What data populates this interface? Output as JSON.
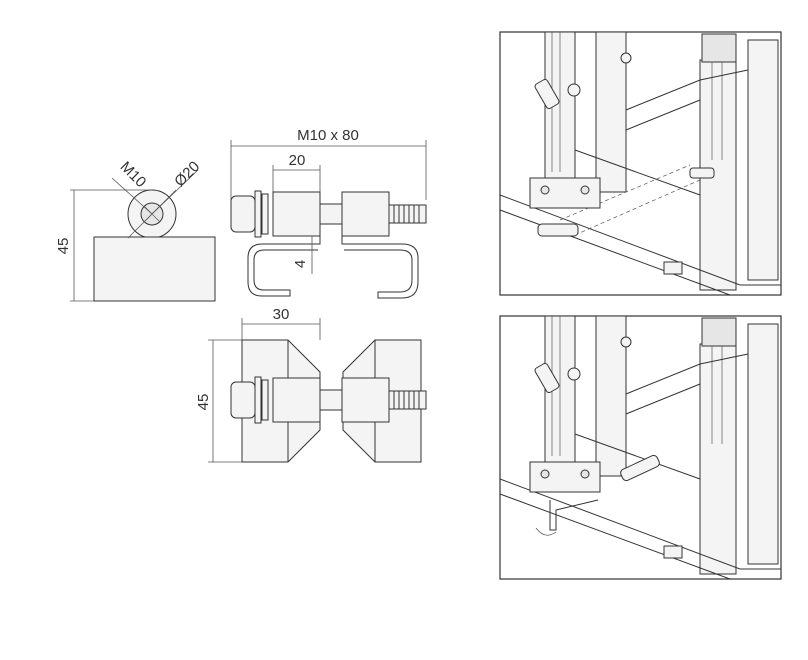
{
  "labels": {
    "m10": "M10",
    "dia20": "Ø20",
    "length": "M10 x 80",
    "w20": "20",
    "h4": "4",
    "h45_side": "45",
    "w30": "30",
    "h45_bottom": "45"
  }
}
